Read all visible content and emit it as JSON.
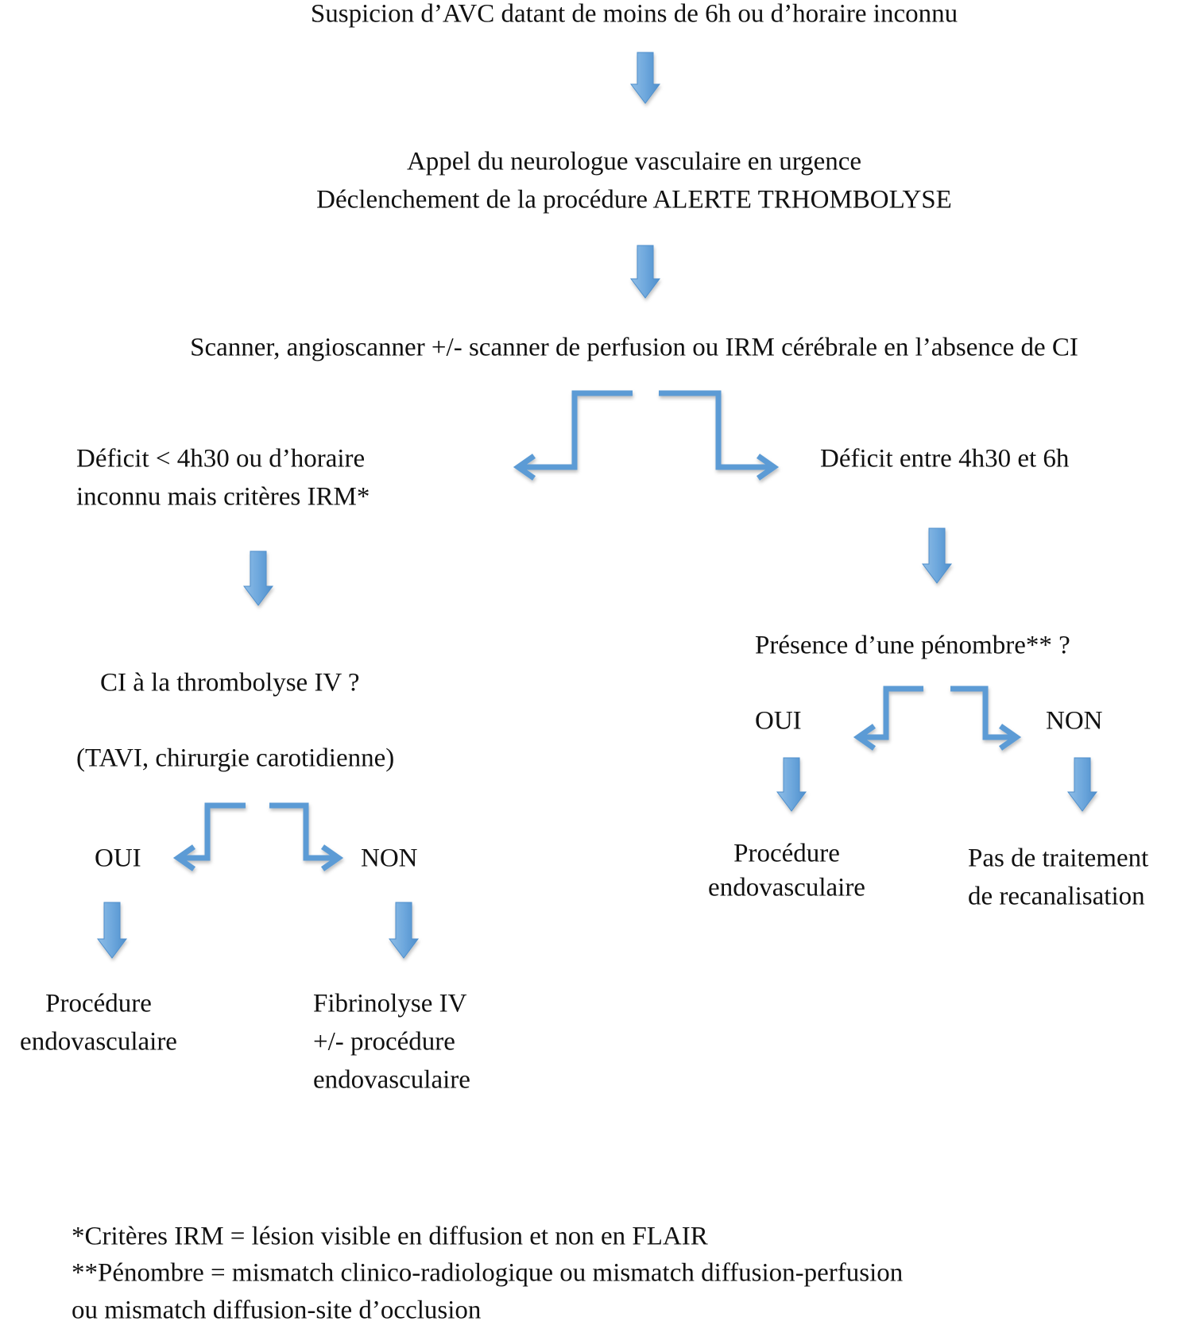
{
  "colors": {
    "arrow": "#5b9bd5",
    "arrow_light": "#8fbde6",
    "text": "#111111"
  },
  "nodes": {
    "start": "Suspicion d’AVC datant de moins de 6h ou d’horaire inconnu",
    "call_line1": "Appel du neurologue vasculaire en urgence",
    "call_line2": "Déclenchement de la procédure ALERTE TRHOMBOLYSE",
    "imaging": "Scanner, angioscanner +/- scanner de perfusion ou IRM cérébrale en l’absence de CI",
    "left_branch_line1": "Déficit < 4h30 ou d’horaire",
    "left_branch_line2": "inconnu mais critères IRM*",
    "right_branch": "Déficit entre 4h30 et 6h",
    "ci_question": "CI à la thrombolyse IV ?",
    "ci_examples": "(TAVI, chirurgie carotidienne)",
    "penumbra_question": "Présence d’une pénombre** ?",
    "left_oui": "OUI",
    "left_non": "NON",
    "right_oui": "OUI",
    "right_non": "NON",
    "left_oui_result_line1": "Procédure",
    "left_oui_result_line2": "endovasculaire",
    "left_non_result_line1": "Fibrinolyse IV",
    "left_non_result_line2": "+/- procédure",
    "left_non_result_line3": "endovasculaire",
    "right_oui_result_line1": "Procédure",
    "right_oui_result_line2": "endovasculaire",
    "right_non_result_line1": "Pas de traitement",
    "right_non_result_line2": "de recanalisation"
  },
  "footnotes": [
    "*Critères IRM = lésion visible en diffusion et non en FLAIR",
    "**Pénombre = mismatch clinico-radiologique ou mismatch diffusion-perfusion",
    "ou mismatch diffusion-site d’occlusion"
  ]
}
